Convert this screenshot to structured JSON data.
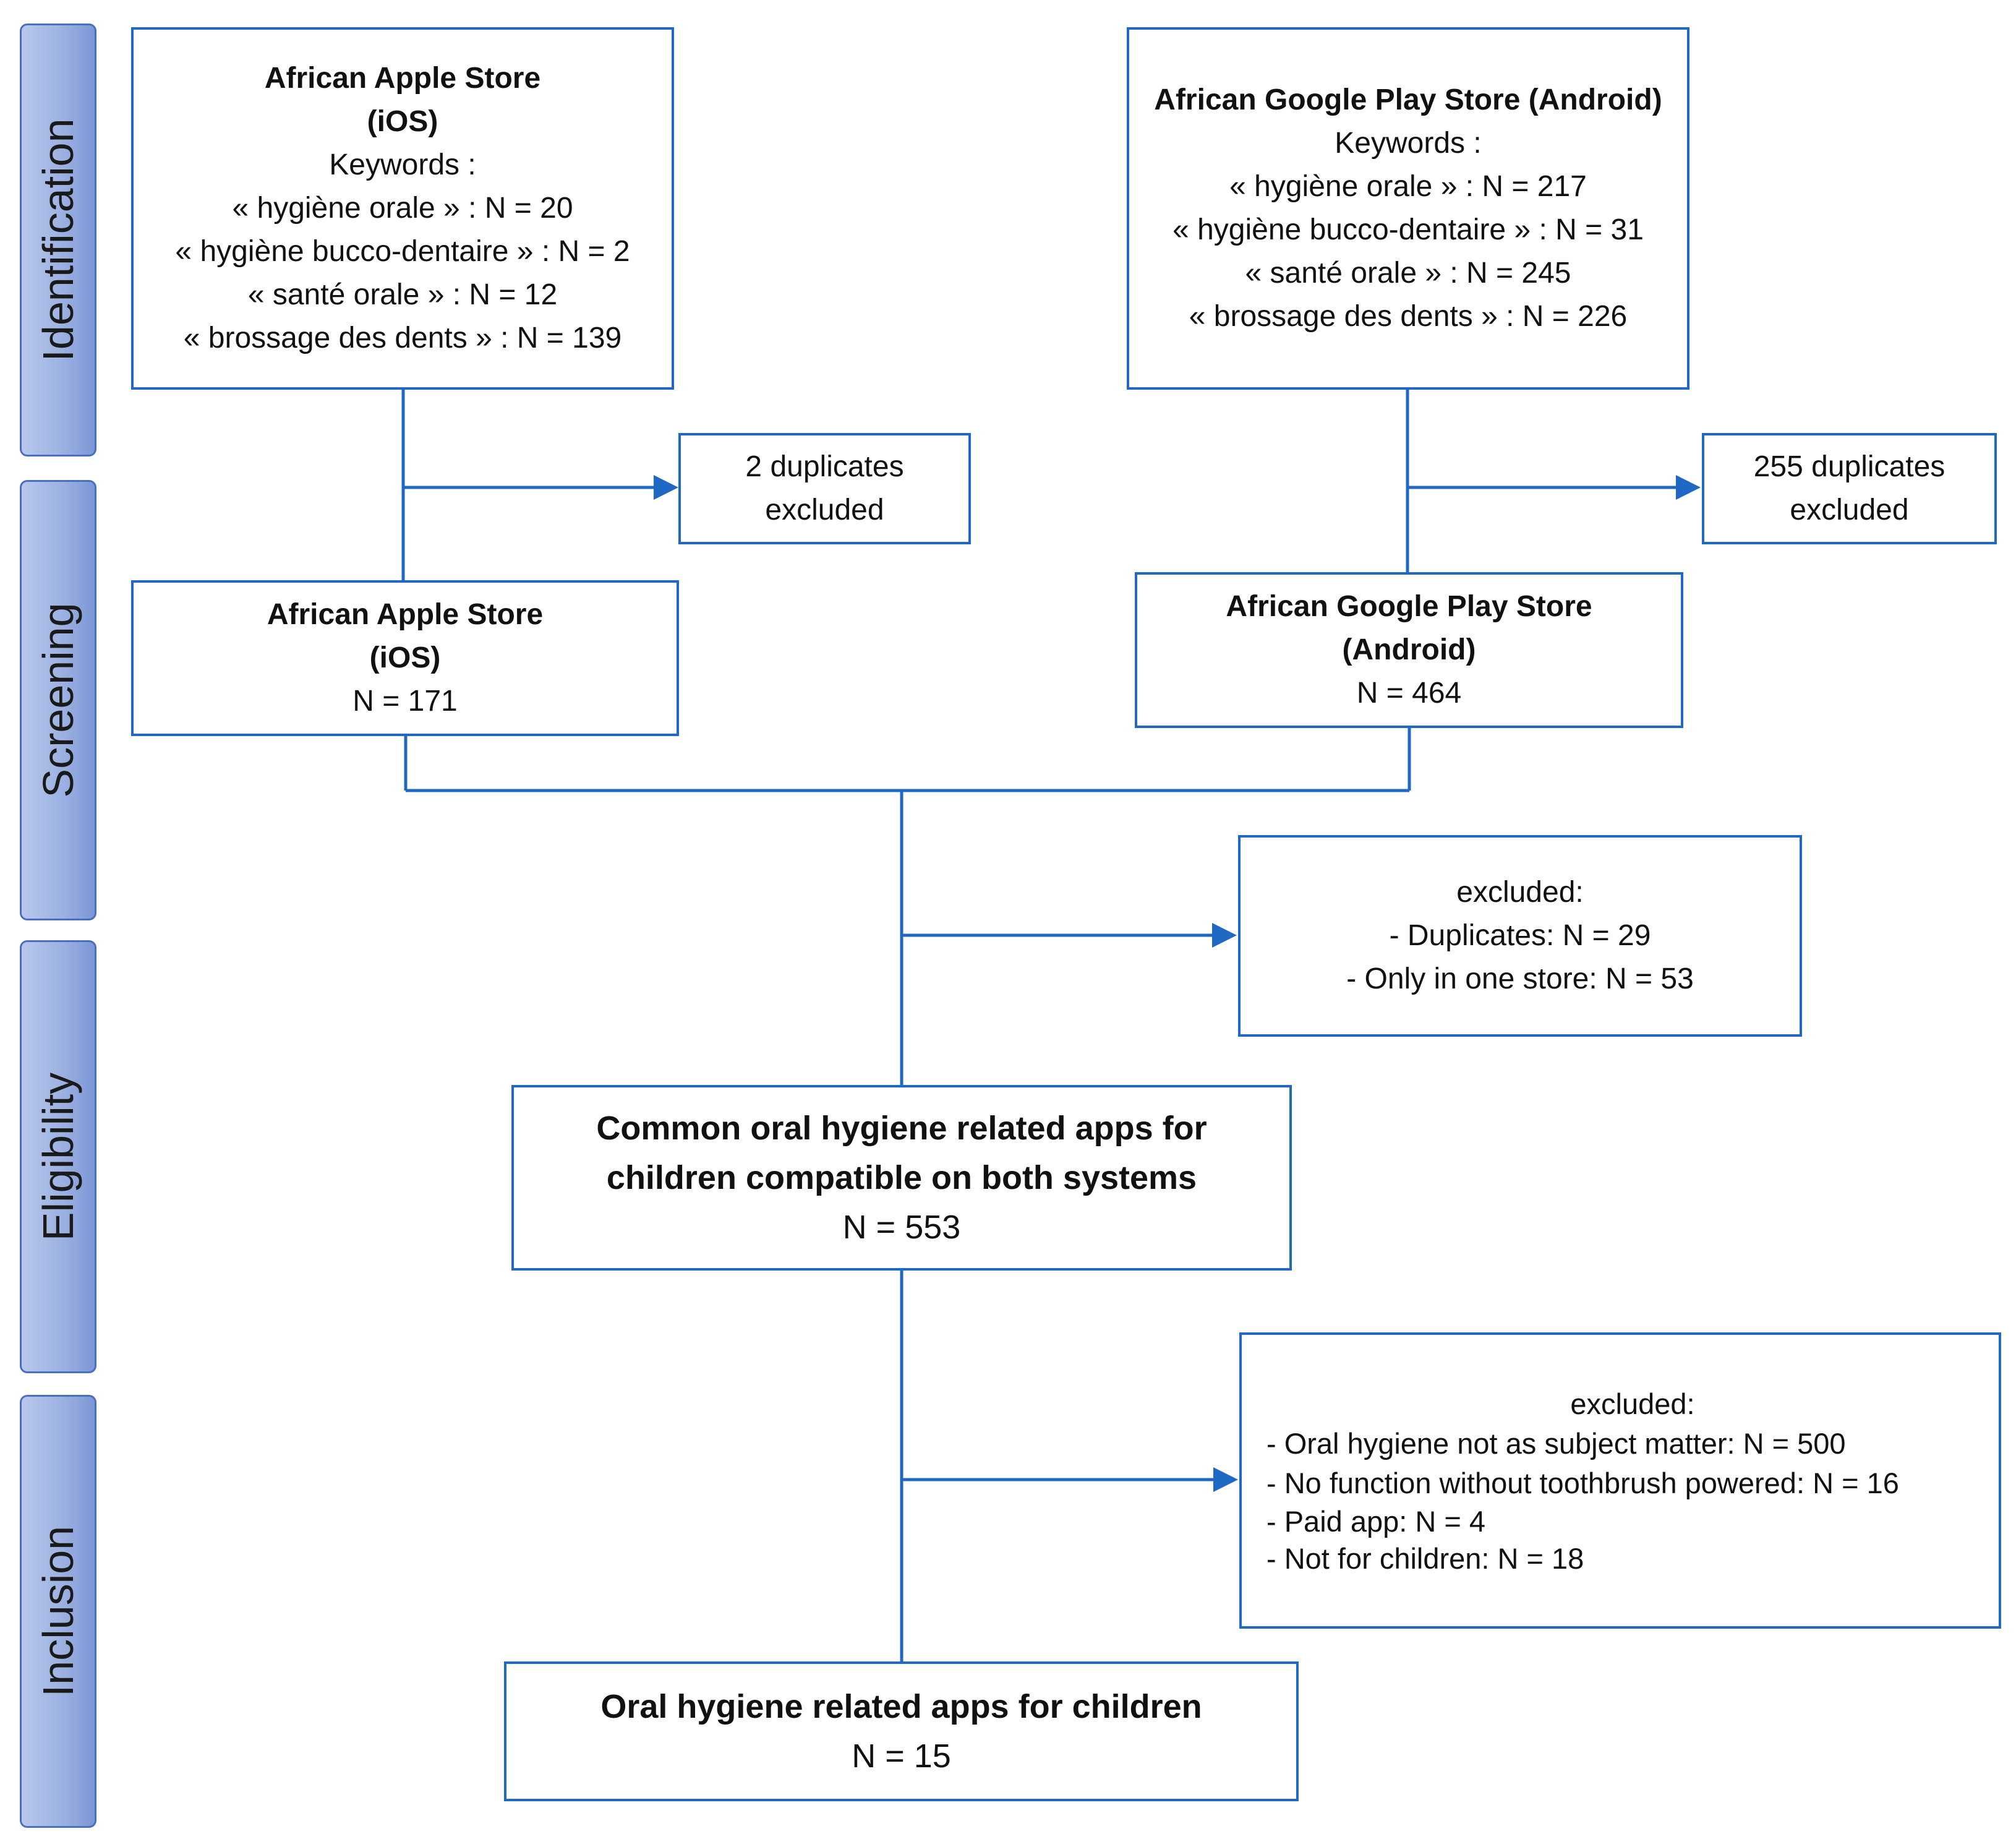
{
  "stages": [
    {
      "id": "identification",
      "label": "Identification"
    },
    {
      "id": "screening",
      "label": "Screening"
    },
    {
      "id": "eligibility",
      "label": "Eligibility"
    },
    {
      "id": "inclusion",
      "label": "Inclusion"
    }
  ],
  "apple_identification": {
    "title_line1": "African Apple Store",
    "title_line2": "(iOS)",
    "keywords_label": "Keywords :",
    "keywords": [
      "« hygiène orale » : N = 20",
      "« hygiène bucco-dentaire » : N = 2",
      "« santé orale » : N = 12",
      "« brossage des dents » :  N = 139"
    ]
  },
  "google_identification": {
    "title": "African Google Play Store (Android)",
    "keywords_label": "Keywords :",
    "keywords": [
      "« hygiène orale » : N = 217",
      "« hygiène bucco-dentaire » : N = 31",
      "« santé orale » : N = 245",
      "« brossage des dents » :  N = 226"
    ]
  },
  "apple_duplicates": {
    "line1": "2 duplicates",
    "line2": "excluded"
  },
  "google_duplicates": {
    "line1": "255 duplicates",
    "line2": "excluded"
  },
  "apple_screening": {
    "title_line1": "African Apple Store",
    "title_line2": "(iOS)",
    "count": "N = 171"
  },
  "google_screening": {
    "title_line1": "African Google Play Store",
    "title_line2": "(Android)",
    "count": "N = 464"
  },
  "eligibility_exclusion": {
    "title": "excluded:",
    "items": [
      "- Duplicates: N = 29",
      "- Only in one store: N = 53"
    ]
  },
  "common_apps": {
    "title_line1": "Common oral hygiene related apps for",
    "title_line2": "children compatible on both systems",
    "count": "N = 553"
  },
  "inclusion_exclusion": {
    "title": "excluded:",
    "items": [
      "- Oral hygiene not as subject matter: N = 500",
      "- No function without  toothbrush powered: N = 16",
      "- Paid app: N = 4",
      "- Not for children: N = 18"
    ]
  },
  "final_apps": {
    "title": "Oral hygiene related apps for children",
    "count": "N = 15"
  },
  "colors": {
    "line": "#1f68c4",
    "stage_fill": "#9db2e2",
    "stage_border": "#4a6fbf"
  }
}
